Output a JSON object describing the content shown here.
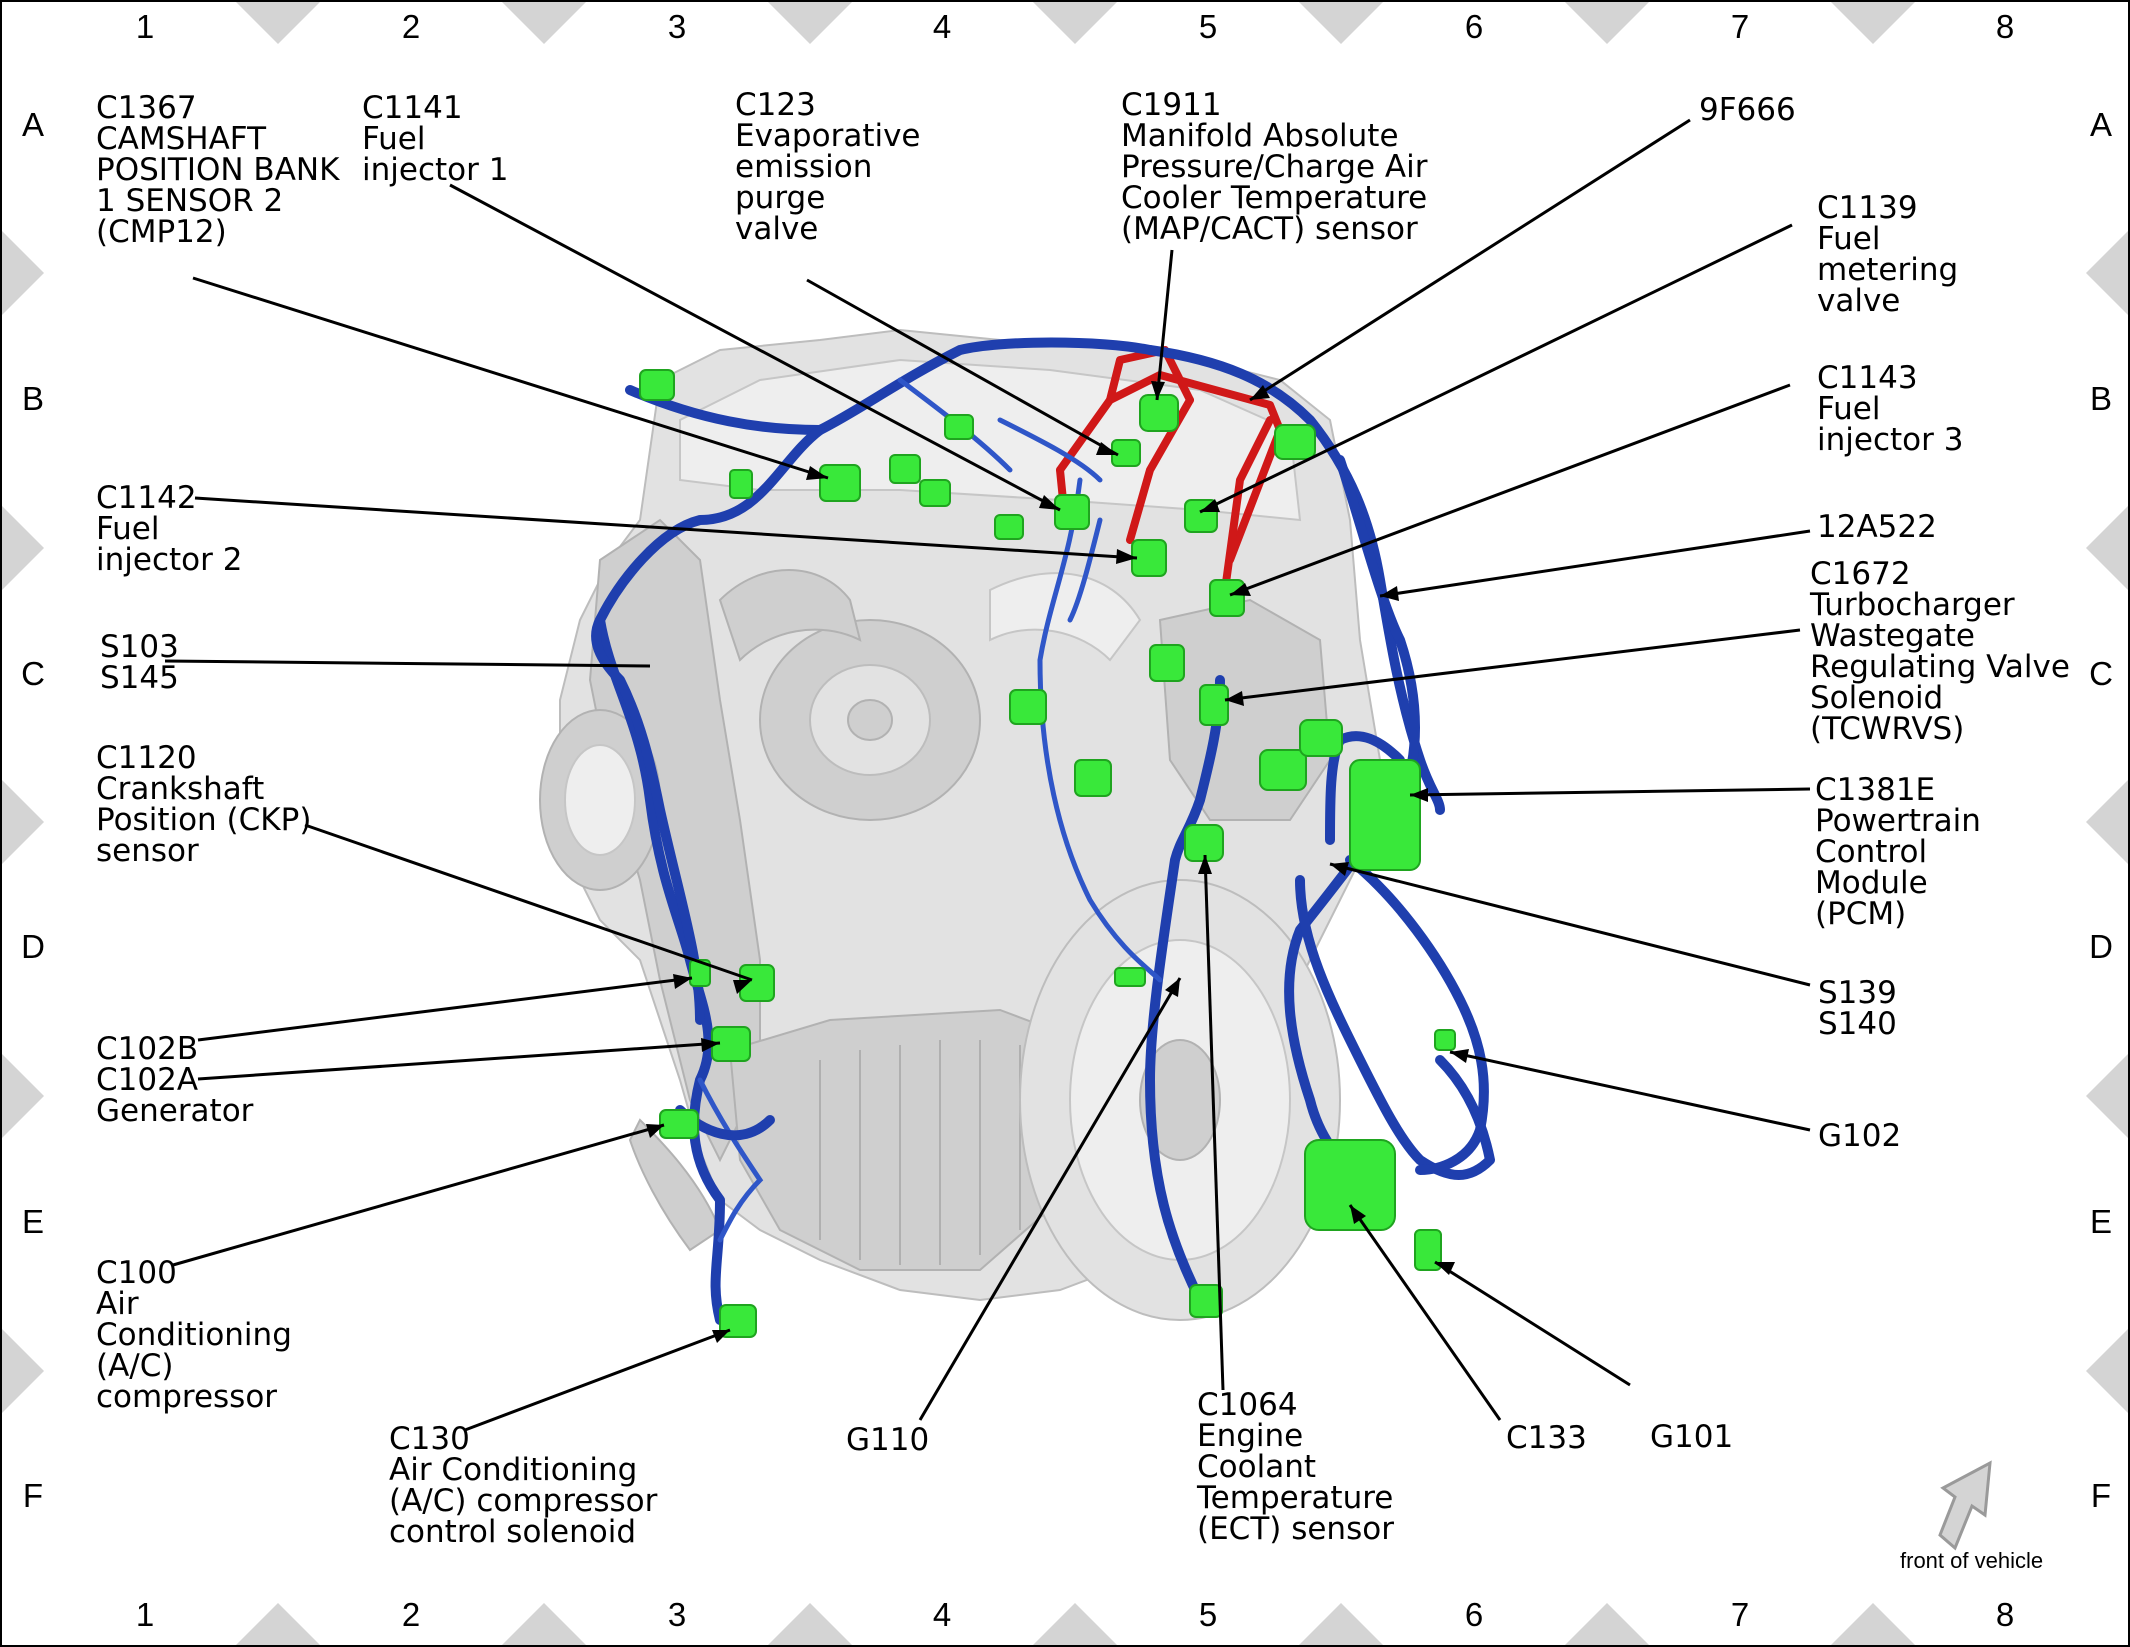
{
  "grid": {
    "columns": [
      "1",
      "2",
      "3",
      "4",
      "5",
      "6",
      "7",
      "8"
    ],
    "rows": [
      "A",
      "B",
      "C",
      "D",
      "E",
      "F"
    ]
  },
  "labels": {
    "c1367": [
      "C1367",
      "CAMSHAFT",
      "POSITION BANK",
      "1 SENSOR 2",
      "(CMP12)"
    ],
    "c1141": [
      "C1141",
      "Fuel",
      "injector 1"
    ],
    "c123": [
      "C123",
      "Evaporative",
      "emission",
      "purge",
      "valve"
    ],
    "c1911": [
      "C1911",
      "Manifold Absolute",
      "Pressure/Charge Air",
      "Cooler Temperature",
      "(MAP/CACT) sensor"
    ],
    "f9f666": [
      "9F666"
    ],
    "c1139": [
      "C1139",
      "Fuel",
      "metering",
      "valve"
    ],
    "c1143": [
      "C1143",
      "Fuel",
      "injector 3"
    ],
    "c1142": [
      "C1142",
      "Fuel",
      "injector 2"
    ],
    "a12a522": [
      "12A522"
    ],
    "c1672": [
      "C1672",
      "Turbocharger",
      "Wastegate",
      "Regulating Valve",
      "Solenoid",
      "(TCWRVS)"
    ],
    "s103": [
      "S103",
      "S145"
    ],
    "c1120": [
      "C1120",
      "Crankshaft",
      "Position (CKP)",
      "sensor"
    ],
    "c1381e": [
      "C1381E",
      "Powertrain",
      "Control",
      "Module",
      "(PCM)"
    ],
    "s139": [
      "S139",
      "S140"
    ],
    "c102": [
      "C102B",
      "C102A",
      "Generator"
    ],
    "g102": [
      "G102"
    ],
    "c100": [
      "C100",
      "Air",
      "Conditioning",
      "(A/C)",
      "compressor"
    ],
    "c130": [
      "C130",
      "Air Conditioning",
      "(A/C) compressor",
      "control solenoid"
    ],
    "g110": [
      "G110"
    ],
    "c1064": [
      "C1064",
      "Engine",
      "Coolant",
      "Temperature",
      "(ECT) sensor"
    ],
    "c133": [
      "C133"
    ],
    "g101": [
      "G101"
    ]
  },
  "orientation": {
    "arrow_icon": "front-arrow-icon",
    "text": "front of vehicle"
  },
  "colors": {
    "harness": "#1f3fae",
    "harness_red": "#d01818",
    "connector": "#39e83a",
    "engine": "#e2e2e2",
    "border_triangles": "#d4d4d4"
  }
}
